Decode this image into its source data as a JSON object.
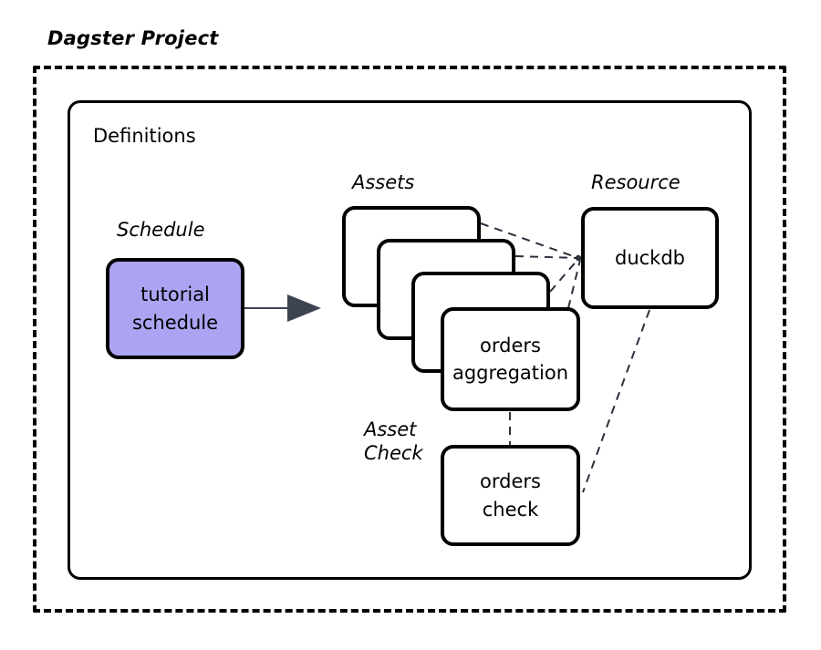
{
  "diagram": {
    "type": "architecture-diagram",
    "frame_title": "Dagster Project",
    "container_label": "Definitions",
    "groups": {
      "schedule": {
        "label": "Schedule"
      },
      "assets": {
        "label": "Assets"
      },
      "resource": {
        "label": "Resource"
      },
      "asset_check": {
        "label_line1": "Asset",
        "label_line2": "Check"
      }
    },
    "nodes": {
      "schedule": {
        "line1": "tutorial",
        "line2": "schedule",
        "fill": "#aba4f2",
        "stroke": "#000000"
      },
      "asset_card_1": {
        "label": ""
      },
      "asset_card_2": {
        "label": ""
      },
      "asset_card_3": {
        "label": ""
      },
      "orders_aggregation": {
        "line1": "orders",
        "line2": "aggregation",
        "fill": "#ffffff",
        "stroke": "#000000"
      },
      "duckdb": {
        "line1": "duckdb",
        "fill": "#ffffff",
        "stroke": "#000000"
      },
      "orders_check": {
        "line1": "orders",
        "line2": "check",
        "fill": "#ffffff",
        "stroke": "#000000"
      }
    },
    "edges": [
      {
        "from": "schedule",
        "to": "assets",
        "style": "solid-arrow",
        "color": "#3d4450"
      },
      {
        "from": "asset_card_1",
        "to": "duckdb",
        "style": "dashed",
        "color": "#2b303c"
      },
      {
        "from": "asset_card_2",
        "to": "duckdb",
        "style": "dashed",
        "color": "#2b303c"
      },
      {
        "from": "asset_card_3",
        "to": "duckdb",
        "style": "dashed",
        "color": "#2b303c"
      },
      {
        "from": "orders_aggregation",
        "to": "duckdb",
        "style": "dashed",
        "color": "#2b303c"
      },
      {
        "from": "orders_aggregation",
        "to": "orders_check",
        "style": "dashed",
        "color": "#2b303c"
      },
      {
        "from": "duckdb",
        "to": "orders_check",
        "style": "dashed",
        "color": "#2b303c"
      }
    ],
    "colors": {
      "background": "#ffffff",
      "stroke": "#000000",
      "schedule_fill": "#aba4f2",
      "connector": "#2b303c",
      "arrow": "#3d4450"
    }
  }
}
